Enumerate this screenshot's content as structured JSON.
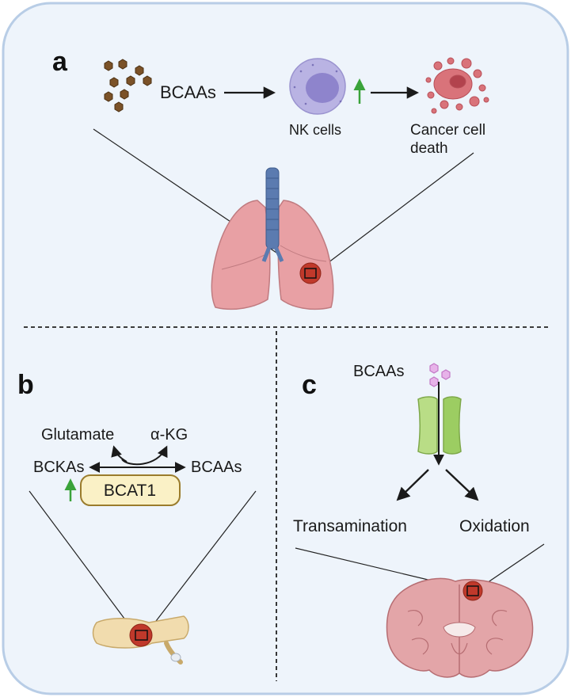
{
  "panels": {
    "a": {
      "letter": "a",
      "input": "BCAAs",
      "cell": "NK cells",
      "outcome_line1": "Cancer cell",
      "outcome_line2": "death"
    },
    "b": {
      "letter": "b",
      "glutamate": "Glutamate",
      "akg": "α-KG",
      "bckas": "BCKAs",
      "bcaas": "BCAAs",
      "enzyme": "BCAT1"
    },
    "c": {
      "letter": "c",
      "input": "BCAAs",
      "path_left": "Transamination",
      "path_right": "Oxidation"
    }
  },
  "colors": {
    "frame_fill": "#eef4fb",
    "frame_stroke": "#b8cde6",
    "arrow": "#1a1a1a",
    "up_arrow": "#3aa33a",
    "tumor": "#c0392b",
    "lung": "#e8a0a4",
    "trachea": "#5b7bb0",
    "nk_cell": "#b9b3e3",
    "brain": "#e3a5a8",
    "bone": "#f1dcae",
    "transporter": "#b9dd86",
    "enzyme_fill": "#faf1c6",
    "enzyme_stroke": "#9a7c2c",
    "bcaa_hex": "#7b5228",
    "bcaa_hex_c": "#e7b3e9"
  },
  "icons": [
    "bcaa-cluster-icon",
    "nk-cell-icon",
    "cancer-cell-icon",
    "lungs-icon",
    "vertebra-icon",
    "transporter-icon",
    "brain-icon"
  ]
}
